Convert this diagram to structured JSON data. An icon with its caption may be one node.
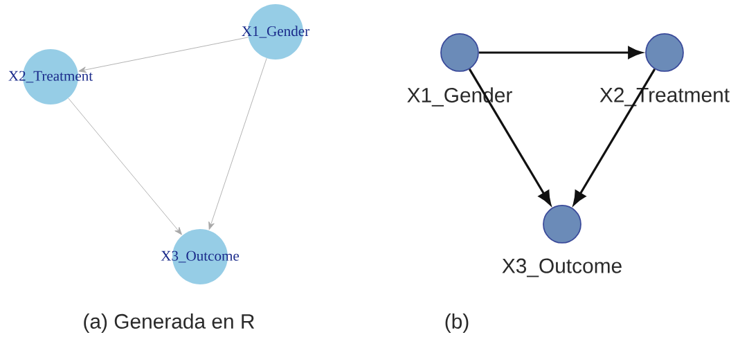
{
  "diagram": {
    "nodes": [
      {
        "text": [
          "X1_Gender"
        ]
      },
      {
        "text": [
          "X2_Treatment"
        ]
      },
      {
        "text": [
          "X3_Outcome"
        ]
      },
      {
        "text": [
          "X1_Gender"
        ]
      },
      {
        "text": [
          "X2_Treatment"
        ]
      },
      {
        "text": [
          "X3_Outcome"
        ]
      }
    ],
    "edges": [
      {
        "from": 0,
        "to": 1,
        "arrow": "to",
        "color": "#a8a8a8"
      },
      {
        "from": 0,
        "to": 2,
        "arrow": "to",
        "color": "#a8a8a8"
      },
      {
        "from": 1,
        "to": 2,
        "arrow": "to",
        "color": "#a8a8a8"
      },
      {
        "from": 3,
        "to": 4,
        "arrow": "to",
        "style": "thick",
        "color": "#111111"
      },
      {
        "from": 3,
        "to": 5,
        "arrow": "to",
        "style": "thick",
        "color": "#111111"
      },
      {
        "from": 4,
        "to": 5,
        "arrow": "to",
        "style": "thick",
        "color": "#111111"
      }
    ],
    "labels": [
      "(a) Generada en R",
      "(b)"
    ]
  }
}
